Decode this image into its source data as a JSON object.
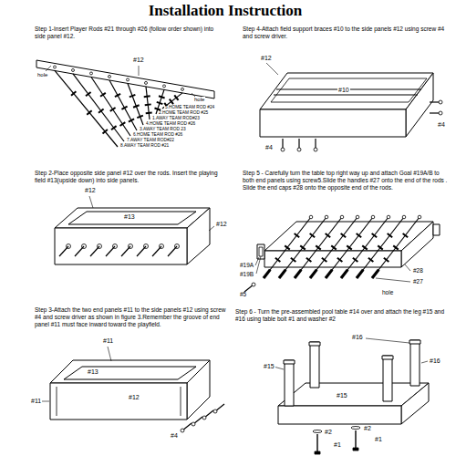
{
  "diagram": {
    "title": "Installation Instruction",
    "labels": [
      "Step 1-Insert Player Rods #21 through #26 (follow order shown) into side panel #12.",
      "Step 2-Place opposite side panel #12 over the rods. Insert the playing field #13(upside down) into side panels.",
      "Step 3-Attach the two end panels #11 to the side panels #12 using screw #4 and screw driver as shown in figure 3.Remember the groove of end panel #11 must face inward toward the playfield.",
      "Step 4-Attach field support braces #10 to the side panels #12 using screw #4 and screw driver.",
      "Step 5 - Carefully turn the table top right way up and attach Goal #19A/B to both end panels using screw5.Slide the handles #27 onto the end of the rods . Slide the end caps #28 onto the opposite end of the rods.",
      "Step 6 - Turn the pre-assembled pool table #14 over and attach the leg #15 and #16 using table bolt #1 and washer #2",
      "hole",
      "#12",
      "hole",
      "5.HOME TEAM ROD #24",
      "2.HOME TEAM ROD #25",
      "1.AWAY TEAM ROD#23",
      "4.HOME TEAM ROD #26",
      "3.AWAY TEAM ROD 23",
      "6.HOME TEAM ROD #26",
      "7.AWAY TEAM ROD#22",
      "8.AWAY TEAM ROD #21",
      "#12",
      "#13",
      "#12",
      "#11",
      "#13",
      "#12",
      "#11",
      "#4",
      "#12",
      "#10",
      "#4",
      "#4",
      "#19A",
      "#19B",
      "#5",
      "#28",
      "#27",
      "hole",
      "#16",
      "#15",
      "#16",
      "#15",
      "#2",
      "#1",
      "#2",
      "#1"
    ]
  }
}
